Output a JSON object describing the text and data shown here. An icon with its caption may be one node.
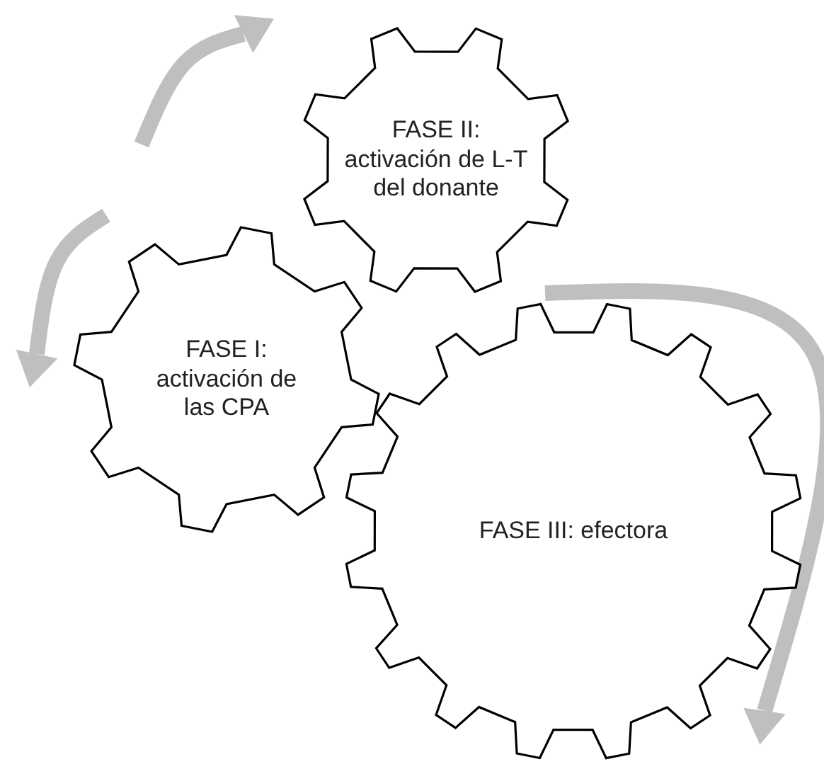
{
  "diagram": {
    "nodes": [
      {
        "text": [
          "FASE I: activación de las CPA"
        ]
      },
      {
        "text": [
          "FASE II: activación de L-T del donante"
        ]
      },
      {
        "text": [
          "FASE III: efectora"
        ]
      }
    ]
  }
}
